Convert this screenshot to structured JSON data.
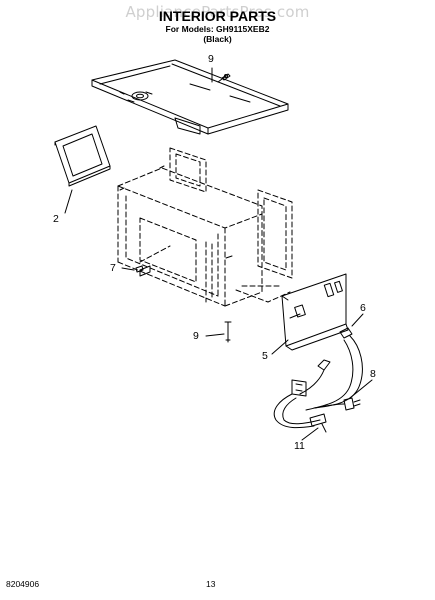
{
  "watermark": "AppliancePartsPros.com",
  "title": "INTERIOR PARTS",
  "subtitle": {
    "line1": "For Models: GH9115XEB2",
    "line2": "(Black)"
  },
  "callouts": [
    "9",
    "2",
    "7",
    "9",
    "5",
    "6",
    "8",
    "11"
  ],
  "footer": {
    "doc_number": "8204906",
    "page_number": "13"
  }
}
